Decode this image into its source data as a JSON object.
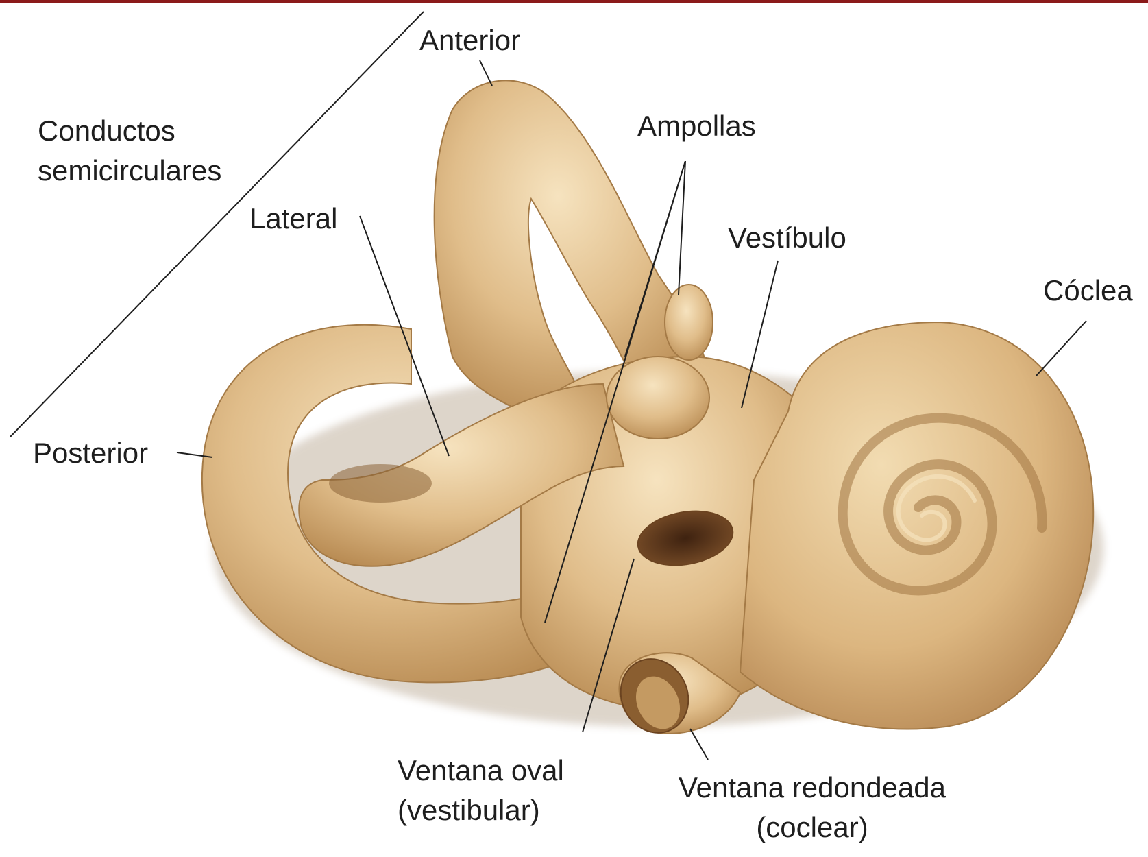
{
  "colors": {
    "frame": "#8b1a1a",
    "bone_light": "#f3ddb4",
    "bone_mid": "#d9b27c",
    "bone_dark": "#9e7440",
    "window_dark": "#5a3418",
    "leader": "#1e1e1e"
  },
  "labels": {
    "semicircular_ducts": {
      "line1": "Conductos",
      "line2": "semicirculares"
    },
    "anterior": "Anterior",
    "lateral": "Lateral",
    "posterior": "Posterior",
    "ampollas": "Ampollas",
    "vestibulo": "Vestíbulo",
    "coclea": "Cóclea",
    "oval_window": {
      "line1": "Ventana oval",
      "line2": "(vestibular)"
    },
    "round_window": {
      "line1": "Ventana redondeada",
      "line2": "(coclear)"
    }
  }
}
